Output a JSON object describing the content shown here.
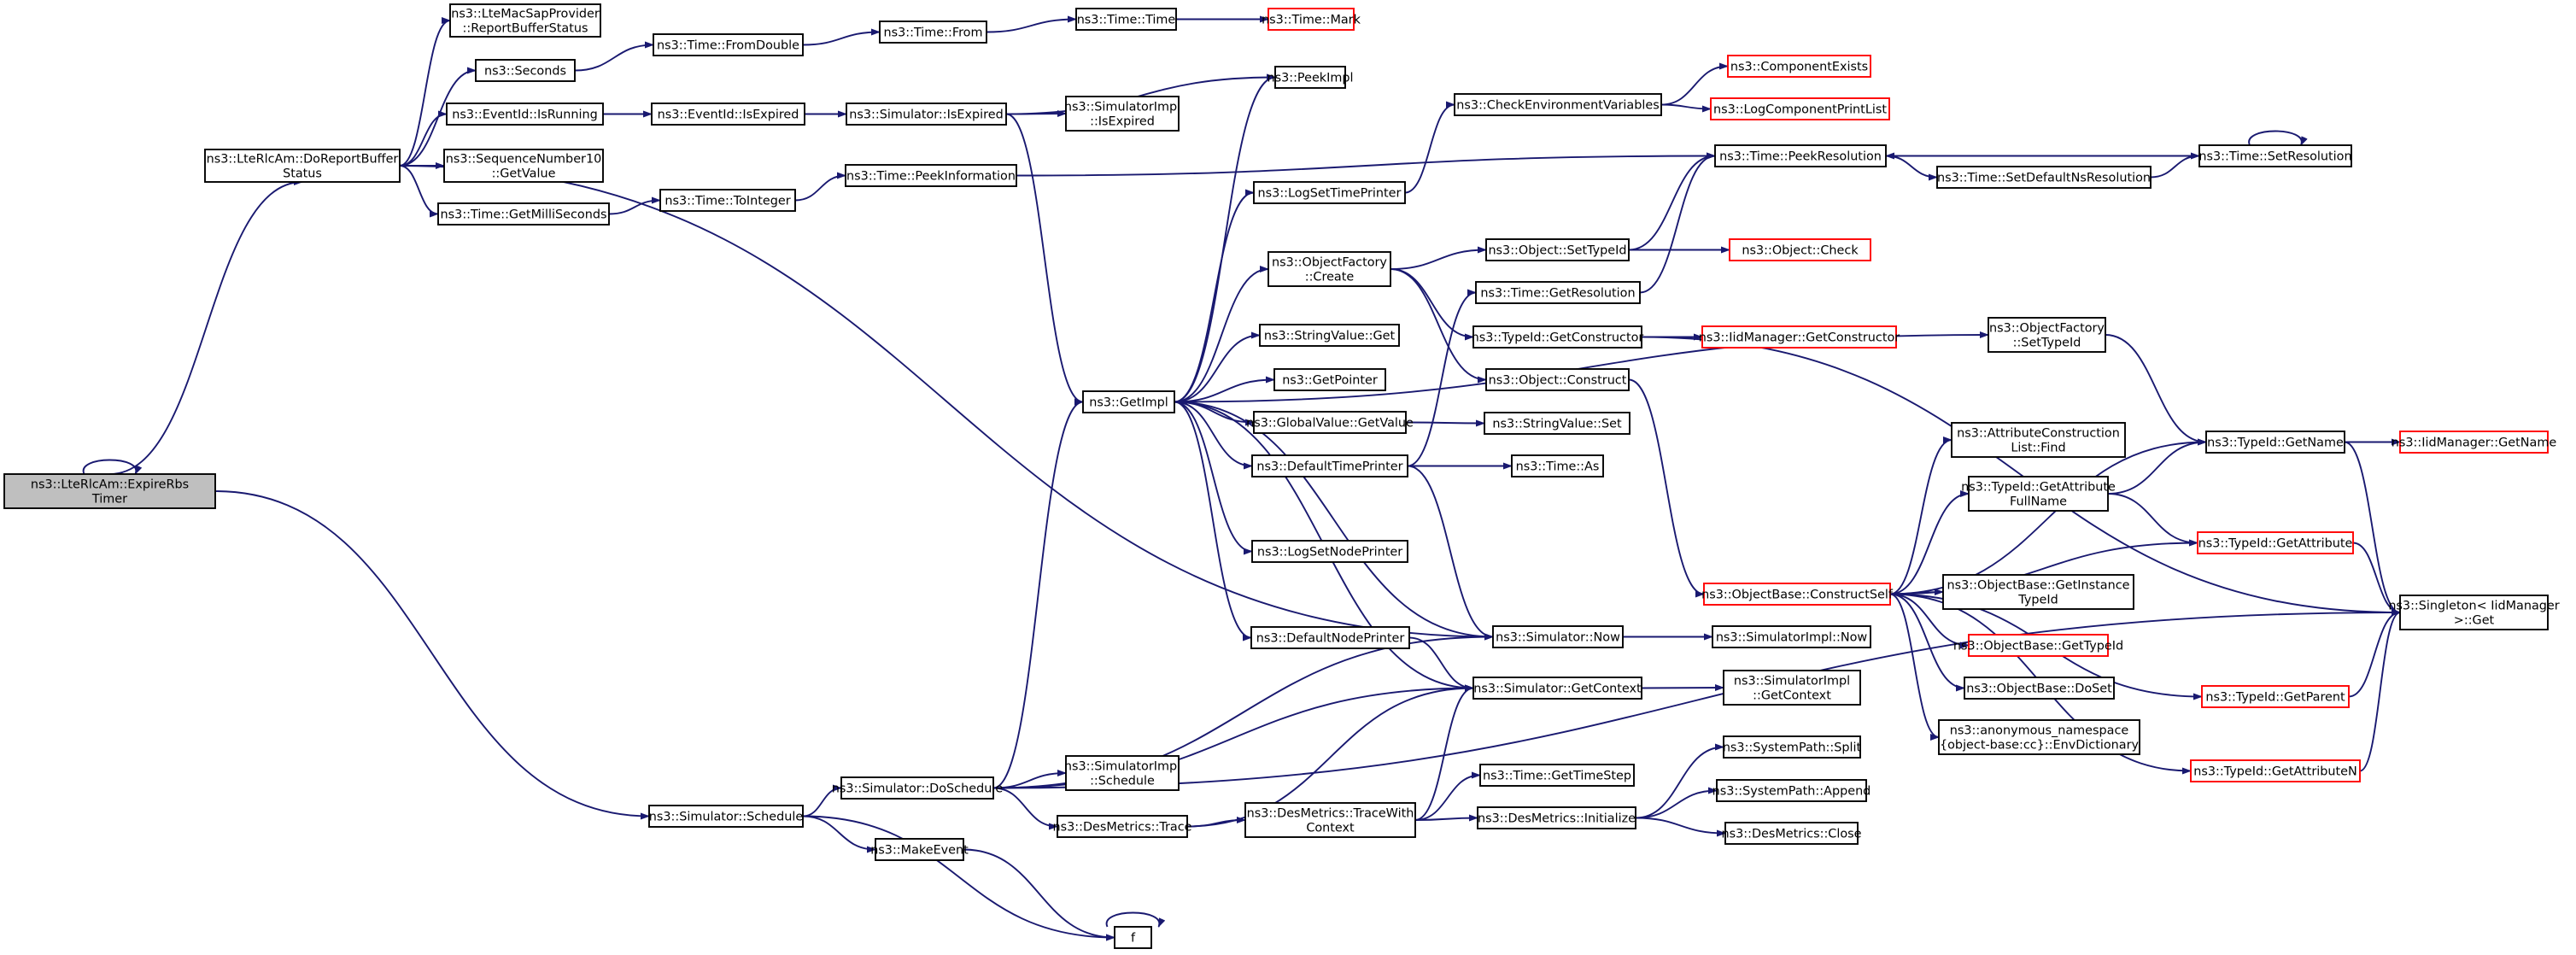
{
  "colors": {
    "edge": "#191970",
    "node_border": "#000000",
    "node_border_external": "#ff0000",
    "node_fill": "#ffffff",
    "root_fill": "#bfbfbf"
  },
  "nodes": [
    {
      "id": "root",
      "lines": [
        "ns3::LteRlcAm::ExpireRbs",
        "Timer"
      ],
      "root": true
    },
    {
      "id": "doreport",
      "lines": [
        "ns3::LteRlcAm::DoReportBuffer",
        "Status"
      ]
    },
    {
      "id": "macsap",
      "lines": [
        "ns3::LteMacSapProvider",
        "::ReportBufferStatus"
      ]
    },
    {
      "id": "seconds",
      "lines": [
        "ns3::Seconds"
      ]
    },
    {
      "id": "eventrunning",
      "lines": [
        "ns3::EventId::IsRunning"
      ]
    },
    {
      "id": "seqnum",
      "lines": [
        "ns3::SequenceNumber10",
        "::GetValue"
      ]
    },
    {
      "id": "getmilli",
      "lines": [
        "ns3::Time::GetMilliSeconds"
      ]
    },
    {
      "id": "fromdouble",
      "lines": [
        "ns3::Time::FromDouble"
      ]
    },
    {
      "id": "eventexpired",
      "lines": [
        "ns3::EventId::IsExpired"
      ]
    },
    {
      "id": "tointeger",
      "lines": [
        "ns3::Time::ToInteger"
      ]
    },
    {
      "id": "timefrom",
      "lines": [
        "ns3::Time::From"
      ]
    },
    {
      "id": "simexpired",
      "lines": [
        "ns3::Simulator::IsExpired"
      ]
    },
    {
      "id": "peekinfo",
      "lines": [
        "ns3::Time::PeekInformation"
      ]
    },
    {
      "id": "timetime",
      "lines": [
        "ns3::Time::Time"
      ]
    },
    {
      "id": "simimplexpired",
      "lines": [
        "ns3::SimulatorImpl",
        "::IsExpired"
      ]
    },
    {
      "id": "timemark",
      "lines": [
        "ns3::Time::Mark"
      ],
      "external": true
    },
    {
      "id": "peekimpl",
      "lines": [
        "ns3::PeekImpl"
      ]
    },
    {
      "id": "getimpl",
      "lines": [
        "ns3::GetImpl"
      ]
    },
    {
      "id": "logsettime",
      "lines": [
        "ns3::LogSetTimePrinter"
      ]
    },
    {
      "id": "objfactcreate",
      "lines": [
        "ns3::ObjectFactory",
        "::Create"
      ]
    },
    {
      "id": "stringget",
      "lines": [
        "ns3::StringValue::Get"
      ]
    },
    {
      "id": "getpointer",
      "lines": [
        "ns3::GetPointer"
      ]
    },
    {
      "id": "globalget",
      "lines": [
        "ns3::GlobalValue::GetValue"
      ]
    },
    {
      "id": "deftimeprinter",
      "lines": [
        "ns3::DefaultTimePrinter"
      ]
    },
    {
      "id": "logsetnode",
      "lines": [
        "ns3::LogSetNodePrinter"
      ]
    },
    {
      "id": "defnodeprinter",
      "lines": [
        "ns3::DefaultNodePrinter"
      ]
    },
    {
      "id": "checkenv",
      "lines": [
        "ns3::CheckEnvironmentVariables"
      ]
    },
    {
      "id": "compexists",
      "lines": [
        "ns3::ComponentExists"
      ],
      "external": true
    },
    {
      "id": "logcompprint",
      "lines": [
        "ns3::LogComponentPrintList"
      ],
      "external": true
    },
    {
      "id": "peekres",
      "lines": [
        "ns3::Time::PeekResolution"
      ]
    },
    {
      "id": "setres",
      "lines": [
        "ns3::Time::SetResolution"
      ]
    },
    {
      "id": "setdefns",
      "lines": [
        "ns3::Time::SetDefaultNsResolution"
      ]
    },
    {
      "id": "objsettypeid",
      "lines": [
        "ns3::Object::SetTypeId"
      ]
    },
    {
      "id": "objcheck",
      "lines": [
        "ns3::Object::Check"
      ],
      "external": true
    },
    {
      "id": "getres",
      "lines": [
        "ns3::Time::GetResolution"
      ]
    },
    {
      "id": "getconstructor",
      "lines": [
        "ns3::TypeId::GetConstructor"
      ]
    },
    {
      "id": "iidgetcons",
      "lines": [
        "ns3::IidManager::GetConstructor"
      ],
      "external": true
    },
    {
      "id": "objconstruct",
      "lines": [
        "ns3::Object::Construct"
      ]
    },
    {
      "id": "objfactsettype",
      "lines": [
        "ns3::ObjectFactory",
        "::SetTypeId"
      ]
    },
    {
      "id": "stringset",
      "lines": [
        "ns3::StringValue::Set"
      ]
    },
    {
      "id": "timeas",
      "lines": [
        "ns3::Time::As"
      ]
    },
    {
      "id": "simnow",
      "lines": [
        "ns3::Simulator::Now"
      ]
    },
    {
      "id": "simimplnow",
      "lines": [
        "ns3::SimulatorImpl::Now"
      ]
    },
    {
      "id": "getcontext",
      "lines": [
        "ns3::Simulator::GetContext"
      ]
    },
    {
      "id": "simimplctx",
      "lines": [
        "ns3::SimulatorImpl",
        "::GetContext"
      ]
    },
    {
      "id": "constructself",
      "lines": [
        "ns3::ObjectBase::ConstructSelf"
      ],
      "external": true
    },
    {
      "id": "attrlistfind",
      "lines": [
        "ns3::AttributeConstruction",
        "List::Find"
      ]
    },
    {
      "id": "getattrfull",
      "lines": [
        "ns3::TypeId::GetAttribute",
        "FullName"
      ]
    },
    {
      "id": "getinsttype",
      "lines": [
        "ns3::ObjectBase::GetInstance",
        "TypeId"
      ]
    },
    {
      "id": "objbasetypeid",
      "lines": [
        "ns3::ObjectBase::GetTypeId"
      ],
      "external": true
    },
    {
      "id": "doset",
      "lines": [
        "ns3::ObjectBase::DoSet"
      ]
    },
    {
      "id": "anonenv",
      "lines": [
        "ns3::anonymous_namespace",
        "{object-base:cc}::EnvDictionary"
      ]
    },
    {
      "id": "typeidname",
      "lines": [
        "ns3::TypeId::GetName"
      ]
    },
    {
      "id": "iidgetname",
      "lines": [
        "ns3::IidManager::GetName"
      ],
      "external": true
    },
    {
      "id": "getattribute",
      "lines": [
        "ns3::TypeId::GetAttribute"
      ],
      "external": true
    },
    {
      "id": "singleton",
      "lines": [
        "ns3::Singleton< IidManager",
        ">::Get"
      ]
    },
    {
      "id": "getparent",
      "lines": [
        "ns3::TypeId::GetParent"
      ],
      "external": true
    },
    {
      "id": "getattrn",
      "lines": [
        "ns3::TypeId::GetAttributeN"
      ],
      "external": true
    },
    {
      "id": "schedule",
      "lines": [
        "ns3::Simulator::Schedule"
      ]
    },
    {
      "id": "doschedule",
      "lines": [
        "ns3::Simulator::DoSchedule"
      ]
    },
    {
      "id": "simimplsched",
      "lines": [
        "ns3::SimulatorImpl",
        "::Schedule"
      ]
    },
    {
      "id": "destrace",
      "lines": [
        "ns3::DesMetrics::Trace"
      ]
    },
    {
      "id": "tracewith",
      "lines": [
        "ns3::DesMetrics::TraceWith",
        "Context"
      ]
    },
    {
      "id": "gettimestep",
      "lines": [
        "ns3::Time::GetTimeStep"
      ]
    },
    {
      "id": "desinit",
      "lines": [
        "ns3::DesMetrics::Initialize"
      ]
    },
    {
      "id": "split",
      "lines": [
        "ns3::SystemPath::Split"
      ]
    },
    {
      "id": "append",
      "lines": [
        "ns3::SystemPath::Append"
      ]
    },
    {
      "id": "desclose",
      "lines": [
        "ns3::DesMetrics::Close"
      ]
    },
    {
      "id": "makeevent",
      "lines": [
        "ns3::MakeEvent"
      ]
    },
    {
      "id": "f",
      "lines": [
        "f"
      ]
    }
  ],
  "edges": [
    [
      "root",
      "root"
    ],
    [
      "root",
      "doreport"
    ],
    [
      "root",
      "schedule"
    ],
    [
      "doreport",
      "macsap"
    ],
    [
      "doreport",
      "seconds"
    ],
    [
      "doreport",
      "eventrunning"
    ],
    [
      "doreport",
      "seqnum"
    ],
    [
      "doreport",
      "getmilli"
    ],
    [
      "doreport",
      "simnow"
    ],
    [
      "seconds",
      "fromdouble"
    ],
    [
      "fromdouble",
      "timefrom"
    ],
    [
      "timefrom",
      "timetime"
    ],
    [
      "timetime",
      "timemark"
    ],
    [
      "eventrunning",
      "eventexpired"
    ],
    [
      "eventexpired",
      "simexpired"
    ],
    [
      "simexpired",
      "simimplexpired"
    ],
    [
      "simexpired",
      "peekimpl"
    ],
    [
      "simexpired",
      "getimpl"
    ],
    [
      "getmilli",
      "tointeger"
    ],
    [
      "tointeger",
      "peekinfo"
    ],
    [
      "peekinfo",
      "peekres"
    ],
    [
      "getimpl",
      "peekimpl"
    ],
    [
      "getimpl",
      "logsettime"
    ],
    [
      "getimpl",
      "objfactcreate"
    ],
    [
      "getimpl",
      "stringget"
    ],
    [
      "getimpl",
      "getpointer"
    ],
    [
      "getimpl",
      "globalget"
    ],
    [
      "getimpl",
      "deftimeprinter"
    ],
    [
      "getimpl",
      "logsetnode"
    ],
    [
      "getimpl",
      "defnodeprinter"
    ],
    [
      "getimpl",
      "objfactsettype"
    ],
    [
      "getimpl",
      "simnow"
    ],
    [
      "getimpl",
      "getcontext"
    ],
    [
      "logsettime",
      "checkenv"
    ],
    [
      "checkenv",
      "compexists"
    ],
    [
      "checkenv",
      "logcompprint"
    ],
    [
      "objfactcreate",
      "objsettypeid"
    ],
    [
      "objfactcreate",
      "getconstructor"
    ],
    [
      "objfactcreate",
      "objconstruct"
    ],
    [
      "objsettypeid",
      "objcheck"
    ],
    [
      "objsettypeid",
      "peekres"
    ],
    [
      "getconstructor",
      "iidgetcons"
    ],
    [
      "getconstructor",
      "singleton"
    ],
    [
      "objconstruct",
      "constructself"
    ],
    [
      "globalget",
      "stringset"
    ],
    [
      "deftimeprinter",
      "getres"
    ],
    [
      "deftimeprinter",
      "timeas"
    ],
    [
      "deftimeprinter",
      "simnow"
    ],
    [
      "getres",
      "peekres"
    ],
    [
      "defnodeprinter",
      "getcontext"
    ],
    [
      "simnow",
      "simimplnow"
    ],
    [
      "getcontext",
      "simimplctx"
    ],
    [
      "setres",
      "setres"
    ],
    [
      "setres",
      "peekres"
    ],
    [
      "setdefns",
      "setres"
    ],
    [
      "peekres",
      "setdefns"
    ],
    [
      "objfactsettype",
      "typeidname"
    ],
    [
      "constructself",
      "attrlistfind"
    ],
    [
      "constructself",
      "getattrfull"
    ],
    [
      "constructself",
      "getinsttype"
    ],
    [
      "constructself",
      "objbasetypeid"
    ],
    [
      "constructself",
      "doset"
    ],
    [
      "constructself",
      "anonenv"
    ],
    [
      "constructself",
      "typeidname"
    ],
    [
      "constructself",
      "getattribute"
    ],
    [
      "constructself",
      "getparent"
    ],
    [
      "constructself",
      "getattrn"
    ],
    [
      "getattrfull",
      "typeidname"
    ],
    [
      "getattrfull",
      "getattribute"
    ],
    [
      "typeidname",
      "iidgetname"
    ],
    [
      "typeidname",
      "singleton"
    ],
    [
      "getattribute",
      "singleton"
    ],
    [
      "getparent",
      "singleton"
    ],
    [
      "getattrn",
      "singleton"
    ],
    [
      "schedule",
      "doschedule"
    ],
    [
      "schedule",
      "makeevent"
    ],
    [
      "schedule",
      "f"
    ],
    [
      "doschedule",
      "getimpl"
    ],
    [
      "doschedule",
      "simimplsched"
    ],
    [
      "doschedule",
      "destrace"
    ],
    [
      "doschedule",
      "simnow"
    ],
    [
      "doschedule",
      "getcontext"
    ],
    [
      "doschedule",
      "singleton"
    ],
    [
      "destrace",
      "tracewith"
    ],
    [
      "destrace",
      "getcontext"
    ],
    [
      "tracewith",
      "getcontext"
    ],
    [
      "tracewith",
      "gettimestep"
    ],
    [
      "tracewith",
      "desinit"
    ],
    [
      "desinit",
      "split"
    ],
    [
      "desinit",
      "append"
    ],
    [
      "desinit",
      "desclose"
    ],
    [
      "makeevent",
      "f"
    ],
    [
      "f",
      "f"
    ]
  ]
}
